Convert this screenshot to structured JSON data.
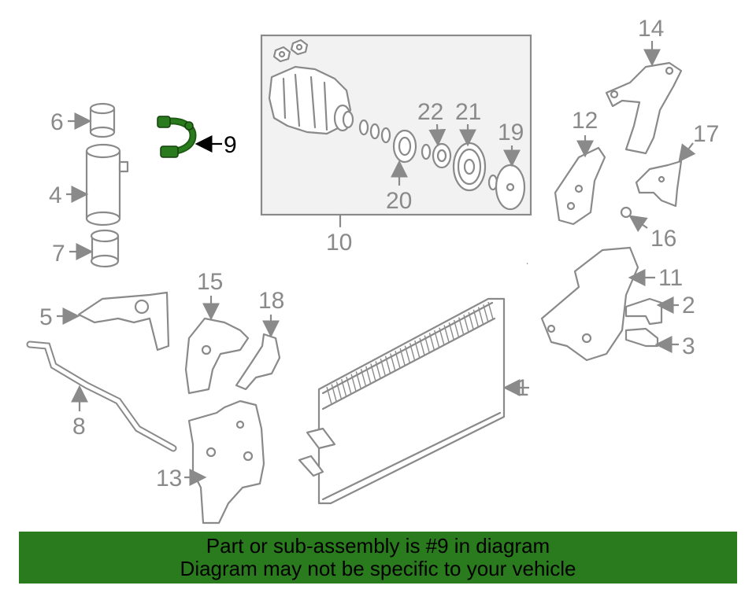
{
  "diagram": {
    "labels": {
      "l1": "1",
      "l2": "2",
      "l3": "3",
      "l4": "4",
      "l5": "5",
      "l6": "6",
      "l7": "7",
      "l8": "8",
      "l9": "9",
      "l10": "10",
      "l11": "11",
      "l12": "12",
      "l13": "13",
      "l14": "14",
      "l15": "15",
      "l16": "16",
      "l17": "17",
      "l18": "18",
      "l19": "19",
      "l20": "20",
      "l21": "21",
      "l22": "22"
    },
    "highlight_color": "#2a7a1e",
    "part_color": "#8a8a8a"
  },
  "banner": {
    "line1": "Part or sub-assembly is #9 in diagram",
    "line2": "Diagram may not be specific to your vehicle"
  }
}
